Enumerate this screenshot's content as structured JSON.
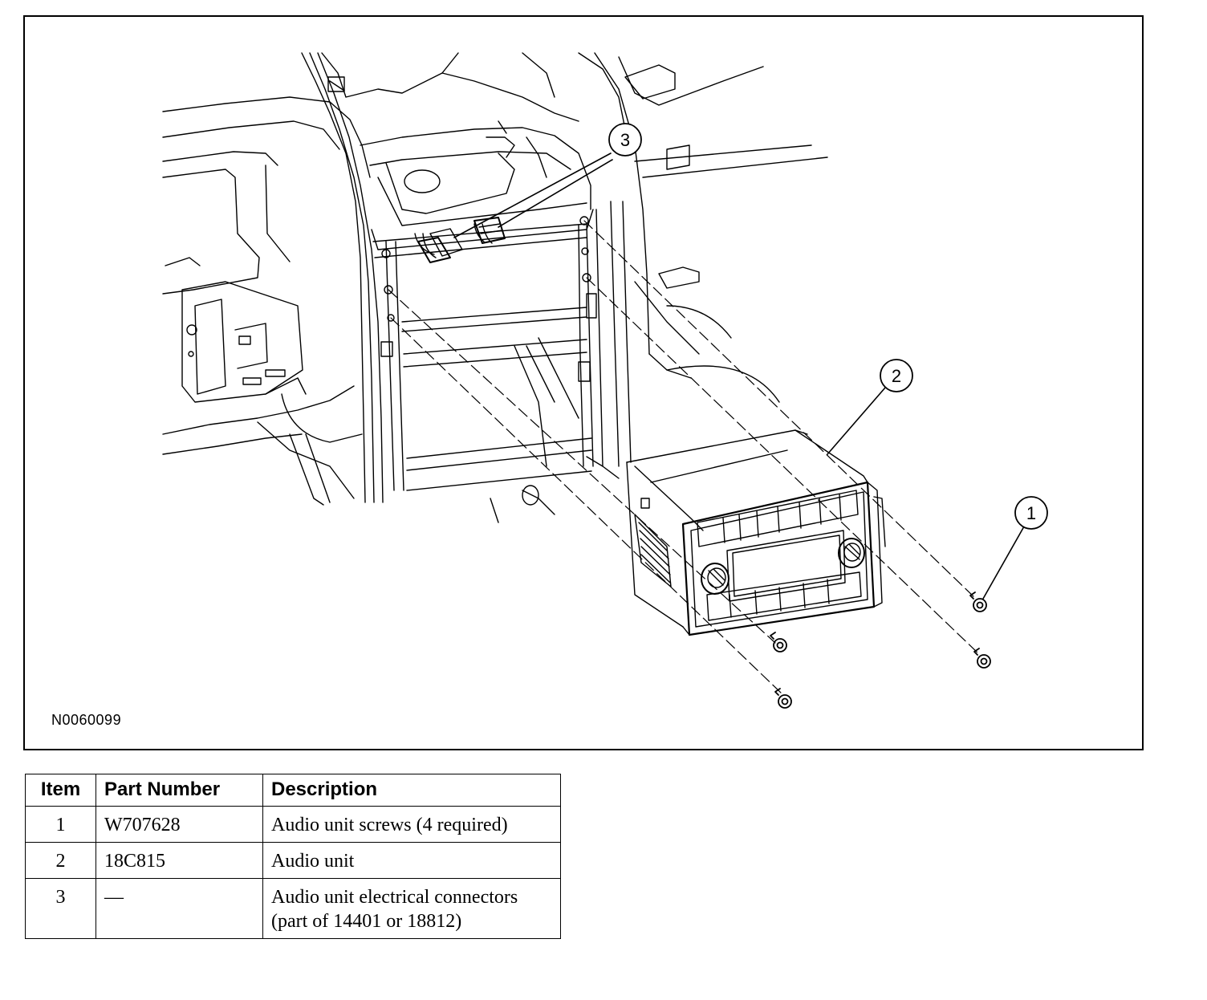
{
  "figure": {
    "code": "N0060099",
    "callouts": [
      "1",
      "2",
      "3"
    ]
  },
  "table": {
    "headers": {
      "item": "Item",
      "part_number": "Part Number",
      "description": "Description"
    },
    "rows": [
      {
        "item": "1",
        "part_number": "W707628",
        "description": "Audio unit screws (4 required)"
      },
      {
        "item": "2",
        "part_number": "18C815",
        "description": "Audio unit"
      },
      {
        "item": "3",
        "part_number": "—",
        "description": "Audio unit electrical connectors (part of 14401 or 18812)"
      }
    ]
  }
}
